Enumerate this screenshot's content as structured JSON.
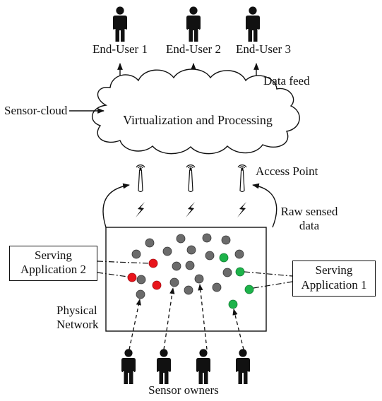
{
  "end_users": [
    "End-User 1",
    "End-User 2",
    "End-User 3"
  ],
  "data_feed": "Data feed",
  "sensor_cloud": "Sensor-cloud",
  "cloud_text": "Virtualization and Processing",
  "access_point": "Access Point",
  "raw_data": {
    "line1": "Raw sensed",
    "line2": "data"
  },
  "app2": {
    "line1": "Serving",
    "line2": "Application 2"
  },
  "app1": {
    "line1": "Serving",
    "line2": "Application 1"
  },
  "physical_network": {
    "line1": "Physical",
    "line2": "Network"
  },
  "sensor_owners": "Sensor owners",
  "colors": {
    "ink": "#111111",
    "node_gray": "#6b6b6b",
    "node_red": "#e8141b",
    "node_green": "#1db34a"
  }
}
